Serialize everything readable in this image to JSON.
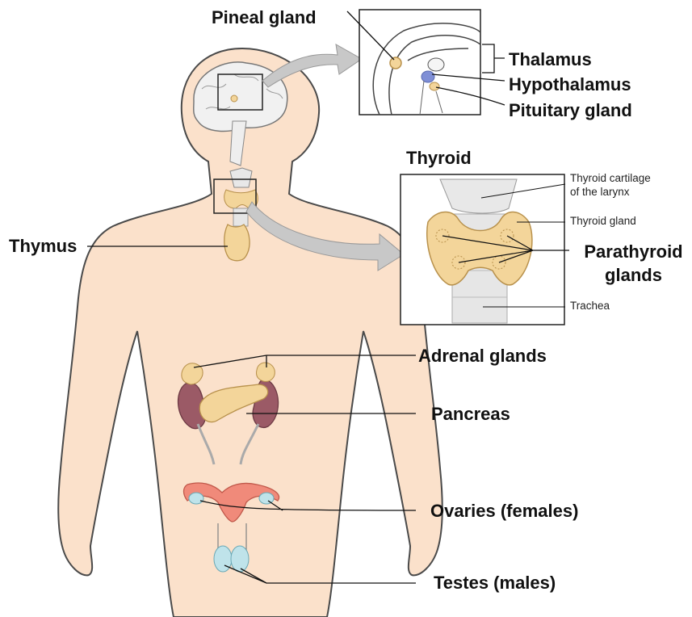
{
  "labels": {
    "pineal_gland": "Pineal gland",
    "thalamus": "Thalamus",
    "hypothalamus": "Hypothalamus",
    "pituitary_gland": "Pituitary gland",
    "thyroid_title": "Thyroid",
    "thyroid_cartilage_line1": "Thyroid cartilage",
    "thyroid_cartilage_line2": "of the larynx",
    "thyroid_gland": "Thyroid gland",
    "parathyroid_line1": "Parathyroid",
    "parathyroid_line2": "glands",
    "trachea": "Trachea",
    "thymus": "Thymus",
    "adrenal_glands": "Adrenal glands",
    "pancreas": "Pancreas",
    "ovaries": "Ovaries (females)",
    "testes": "Testes (males)"
  },
  "colors": {
    "skin": "#fbe1cb",
    "skin_outline": "#4a4a4a",
    "gland": "#f3d59a",
    "gland_outline": "#b8914c",
    "kidney": "#9b5a66",
    "uterus": "#f08a7a",
    "ovary_testis": "#bfe3ea",
    "hypothalamus": "#7f8fd6",
    "arrow": "#c8c8c8",
    "trachea": "#e6e6e6"
  }
}
